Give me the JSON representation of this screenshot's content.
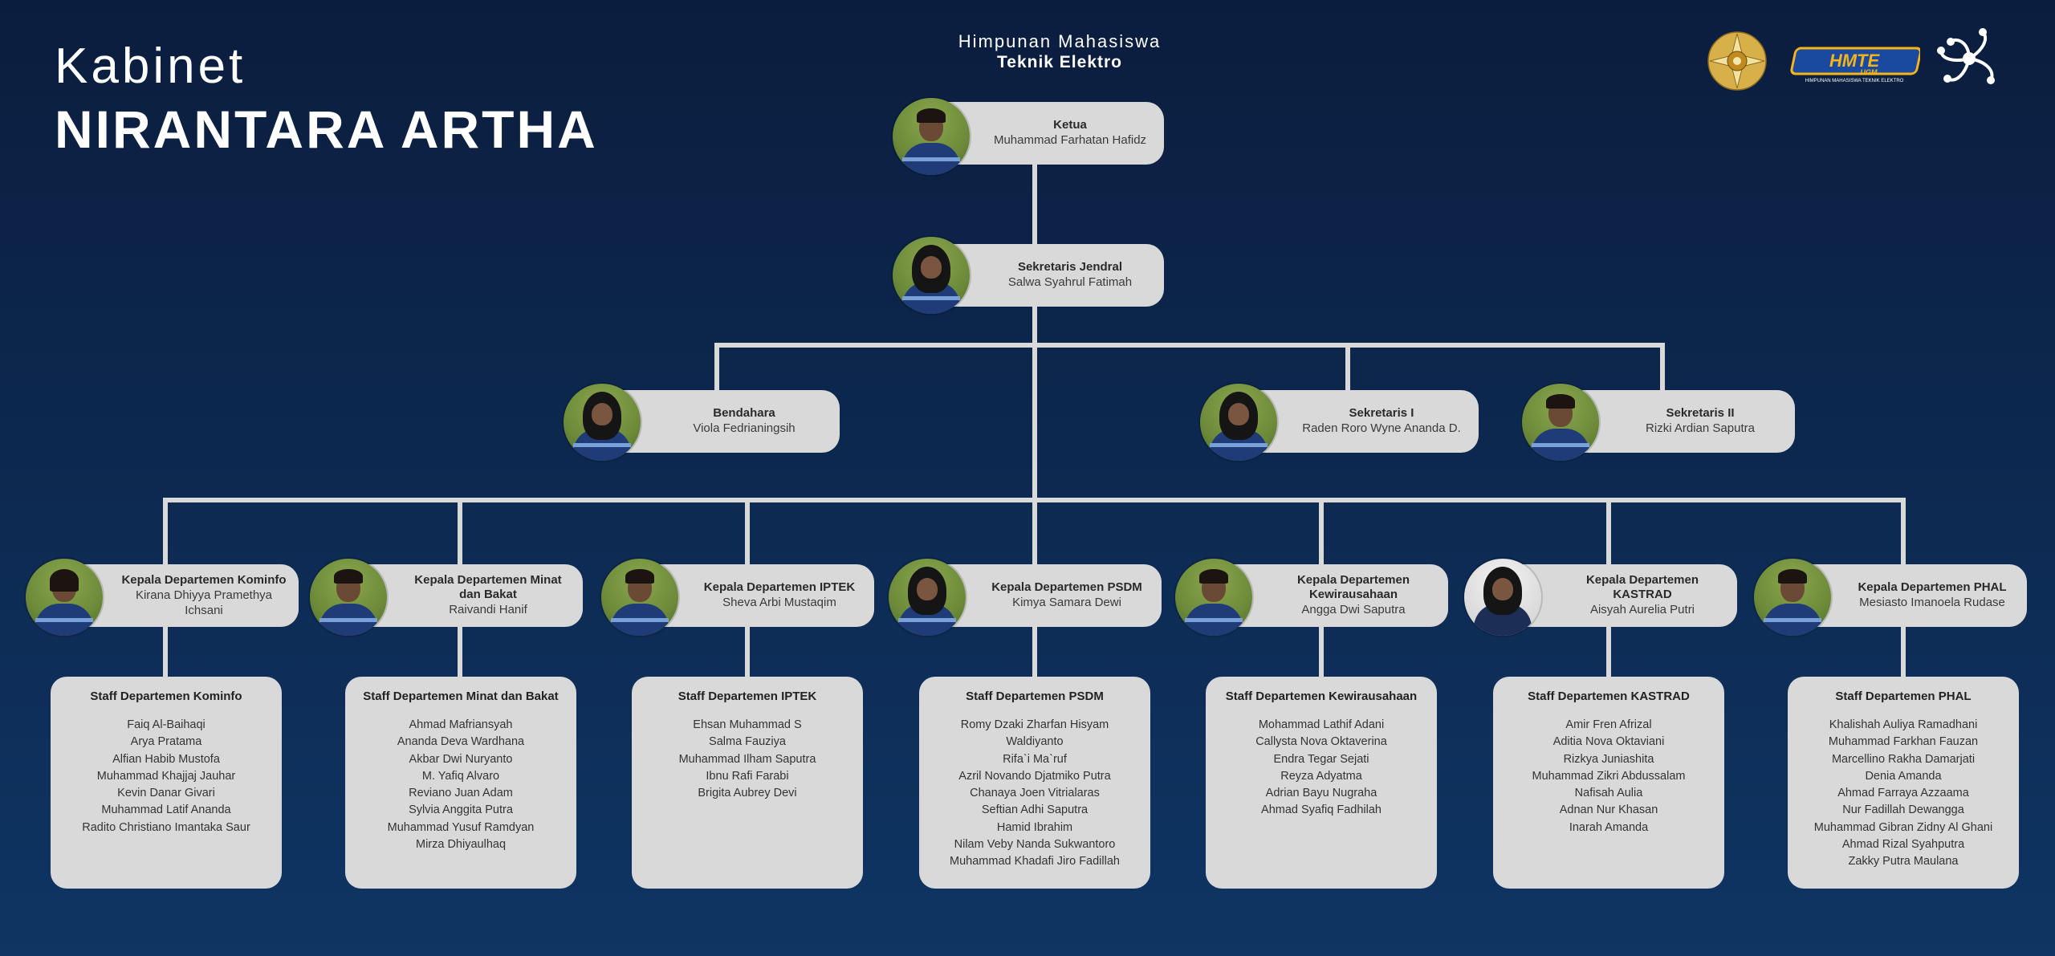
{
  "header": {
    "kabinet": "Kabinet",
    "cabinet_name": "NIRANTARA ARTHA",
    "org_line1": "Himpunan Mahasiswa",
    "org_line2": "Teknik Elektro"
  },
  "logos": {
    "hmte_text": "HMTE",
    "hmte_sub": "UGM",
    "hmte_caption": "HIMPUNAN MAHASISWA TEKNIK ELEKTRO"
  },
  "colors": {
    "background": "#0d2a52",
    "card": "#d9d9d9",
    "connector": "#d9d9d9"
  },
  "leaders": {
    "ketua": {
      "role": "Ketua",
      "name": "Muhammad Farhatan Hafidz"
    },
    "sekjen": {
      "role": "Sekretaris Jendral",
      "name": "Salwa Syahrul Fatimah"
    },
    "bendahara": {
      "role": "Bendahara",
      "name": "Viola Fedrianingsih"
    },
    "sekretaris1": {
      "role": "Sekretaris I",
      "name": "Raden Roro Wyne Ananda D."
    },
    "sekretaris2": {
      "role": "Sekretaris II",
      "name": "Rizki Ardian Saputra"
    }
  },
  "departments": [
    {
      "head_role": "Kepala Departemen Kominfo",
      "head_name": "Kirana Dhiyya Pramethya Ichsani",
      "staff_title": "Staff Departemen Kominfo",
      "staff": [
        "Faiq Al-Baihaqi",
        "Arya Pratama",
        "Alfian Habib Mustofa",
        "Muhammad Khajjaj Jauhar",
        "Kevin Danar Givari",
        "Muhammad Latif Ananda",
        "Radito Christiano Imantaka Saur"
      ]
    },
    {
      "head_role": "Kepala Departemen Minat dan Bakat",
      "head_name": "Raivandi Hanif",
      "staff_title": "Staff Departemen Minat dan Bakat",
      "staff": [
        "Ahmad Mafriansyah",
        "Ananda Deva Wardhana",
        "Akbar Dwi Nuryanto",
        "M. Yafiq Alvaro",
        "Reviano Juan Adam",
        "Sylvia Anggita Putra",
        "Muhammad Yusuf Ramdyan",
        "Mirza Dhiyaulhaq"
      ]
    },
    {
      "head_role": "Kepala Departemen IPTEK",
      "head_name": "Sheva Arbi Mustaqim",
      "staff_title": "Staff Departemen IPTEK",
      "staff": [
        "Ehsan Muhammad S",
        "Salma Fauziya",
        "Muhammad Ilham Saputra",
        "Ibnu Rafi Farabi",
        "Brigita Aubrey Devi"
      ]
    },
    {
      "head_role": "Kepala Departemen PSDM",
      "head_name": "Kimya Samara Dewi",
      "staff_title": "Staff Departemen PSDM",
      "staff": [
        "Romy Dzaki Zharfan Hisyam",
        "Waldiyanto",
        "Rifa`i Ma`ruf",
        "Azril Novando Djatmiko Putra",
        "Chanaya Joen Vitrialaras",
        "Seftian Adhi Saputra",
        "Hamid Ibrahim",
        "Nilam Veby Nanda Sukwantoro",
        "Muhammad Khadafi Jiro Fadillah"
      ]
    },
    {
      "head_role": "Kepala Departemen Kewirausahaan",
      "head_name": "Angga Dwi Saputra",
      "staff_title": "Staff Departemen Kewirausahaan",
      "staff": [
        "Mohammad Lathif Adani",
        "Callysta Nova Oktaverina",
        "Endra Tegar Sejati",
        "Reyza Adyatma",
        "Adrian Bayu Nugraha",
        "Ahmad Syafiq Fadhilah"
      ]
    },
    {
      "head_role": "Kepala Departemen KASTRAD",
      "head_name": "Aisyah Aurelia Putri",
      "staff_title": "Staff Departemen KASTRAD",
      "staff": [
        "Amir Fren Afrizal",
        "Aditia Nova Oktaviani",
        "Rizkya Juniashita",
        "Muhammad Zikri Abdussalam",
        "Nafisah Aulia",
        "Adnan Nur Khasan",
        "Inarah Amanda"
      ]
    },
    {
      "head_role": "Kepala Departemen PHAL",
      "head_name": "Mesiasto Imanoela Rudase",
      "staff_title": "Staff Departemen PHAL",
      "staff": [
        "Khalishah Auliya Ramadhani",
        "Muhammad Farkhan Fauzan",
        "Marcellino Rakha Damarjati",
        "Denia Amanda",
        "Ahmad Farraya Azzaama",
        "Nur Fadillah Dewangga",
        "Muhammad Gibran Zidny Al Ghani",
        "Ahmad Rizal Syahputra",
        "Zakky Putra Maulana"
      ]
    }
  ]
}
